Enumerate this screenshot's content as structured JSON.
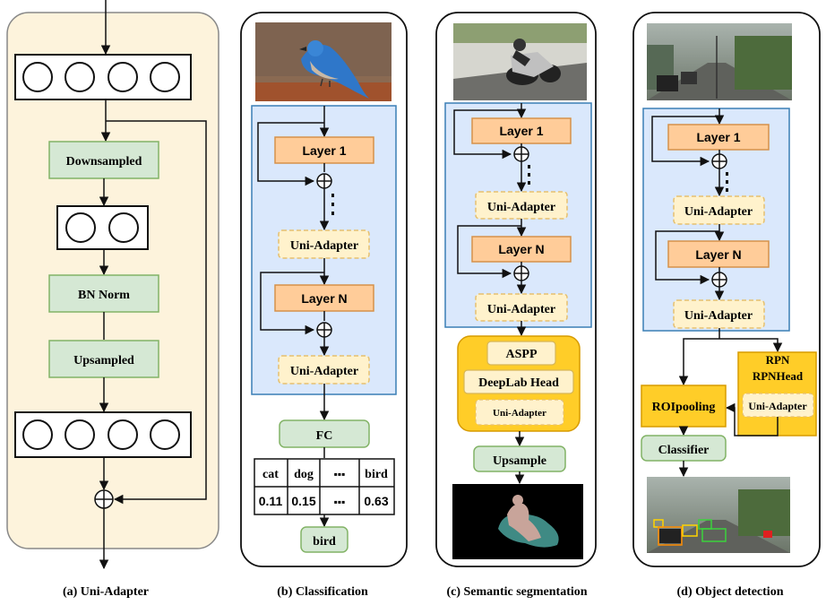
{
  "panel_a": {
    "downsampled": "Downsampled",
    "bn_norm": "BN Norm",
    "upsampled": "Upsampled",
    "caption": "(a) Uni-Adapter"
  },
  "panel_b": {
    "layer1": "Layer 1",
    "layerN": "Layer N",
    "adapter1": "Uni-Adapter",
    "adapter2": "Uni-Adapter",
    "fc": "FC",
    "table_headers": [
      "cat",
      "dog",
      "▪▪▪",
      "bird"
    ],
    "table_values": [
      "0.11",
      "0.15",
      "▪▪▪",
      "0.63"
    ],
    "output": "bird",
    "caption": "(b) Classification"
  },
  "panel_c": {
    "layer1": "Layer 1",
    "layerN": "Layer N",
    "adapter1": "Uni-Adapter",
    "adapter2": "Uni-Adapter",
    "aspp": "ASPP",
    "deeplab": "DeepLab Head",
    "head_adapter": "Uni-Adapter",
    "upsample": "Upsample",
    "caption": "(c) Semantic segmentation"
  },
  "panel_d": {
    "layer1": "Layer 1",
    "layerN": "Layer N",
    "adapter1": "Uni-Adapter",
    "adapter2": "Uni-Adapter",
    "rpn": "RPN",
    "rpnhead": "RPNHead",
    "rpn_adapter": "Uni-Adapter",
    "roipooling": "ROIpooling",
    "classifier": "Classifier",
    "caption": "(d) Object detection"
  }
}
